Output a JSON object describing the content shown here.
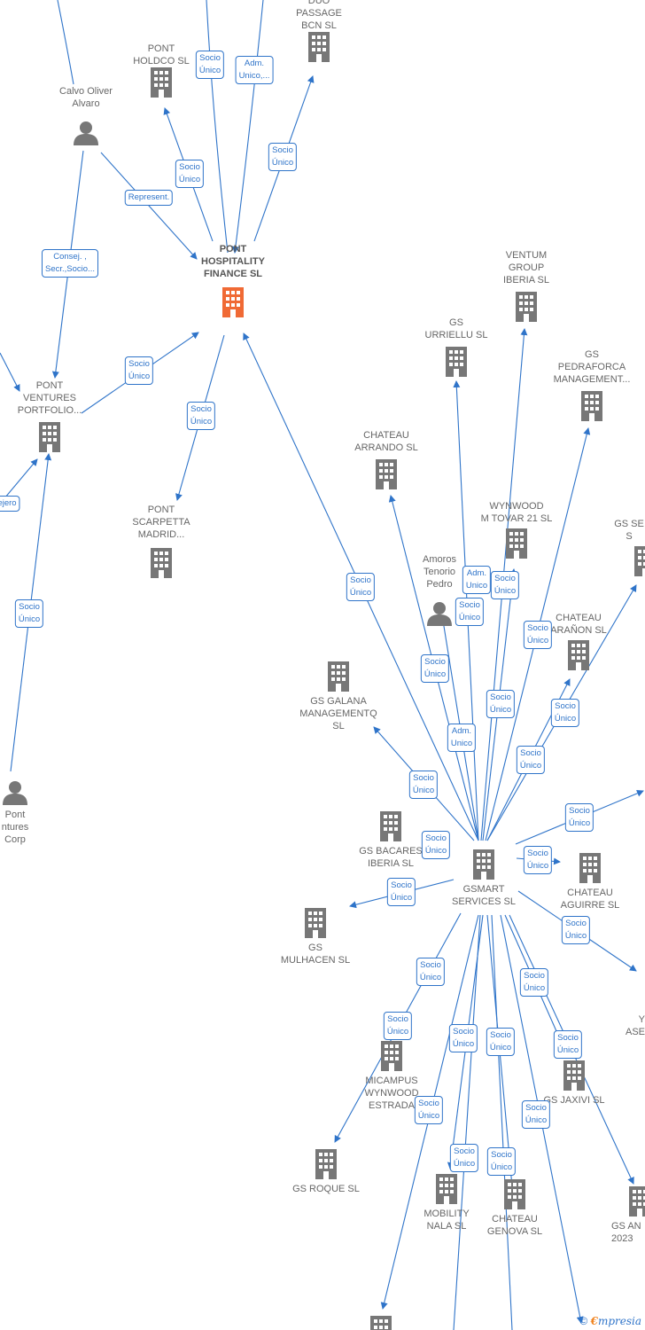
{
  "colors": {
    "edge": "#2f74c9",
    "node_icon": "#777777",
    "main_icon": "#f06a35",
    "label": "#666666"
  },
  "nodes": [
    {
      "id": "duo",
      "label": "DUO\nPASSAGE\nBCN  SL",
      "type": "company"
    },
    {
      "id": "holdco",
      "label": "PONT\nHOLDCO  SL",
      "type": "company"
    },
    {
      "id": "calvo",
      "label": "Calvo Oliver\nAlvaro",
      "type": "person"
    },
    {
      "id": "phf",
      "label": "PONT\nHOSPITALITY\nFINANCE  SL",
      "type": "main"
    },
    {
      "id": "pvp",
      "label": "PONT\nVENTURES\nPORTFOLIO...",
      "type": "company"
    },
    {
      "id": "scarpetta",
      "label": "PONT\nSCARPETTA\nMADRID...",
      "type": "company"
    },
    {
      "id": "pvc",
      "label": "Pont\nntures\nCorp",
      "type": "person"
    },
    {
      "id": "ventum",
      "label": "VENTUM\nGROUP\nIBERIA  SL",
      "type": "company"
    },
    {
      "id": "urriellu",
      "label": "GS\nURRIELLU  SL",
      "type": "company"
    },
    {
      "id": "pedraforca",
      "label": "GS\nPEDRAFORCA\nMANAGEMENT...",
      "type": "company"
    },
    {
      "id": "arrando",
      "label": "CHATEAU\nARRANDO  SL",
      "type": "company"
    },
    {
      "id": "wynwood",
      "label": "WYNWOOD\nM TOVAR 21  SL",
      "type": "company"
    },
    {
      "id": "gsse",
      "label": "GS SE\nS",
      "type": "company"
    },
    {
      "id": "amoros",
      "label": "Amoros\nTenorio\nPedro",
      "type": "person"
    },
    {
      "id": "chateau_arano",
      "label": "CHATEAU\nARAÑON  SL",
      "type": "company"
    },
    {
      "id": "galana",
      "label": "GS GALANA\nMANAGEMENTQ\nSL",
      "type": "company"
    },
    {
      "id": "bacares",
      "label": "GS BACARES\nIBERIA  SL",
      "type": "company"
    },
    {
      "id": "gsmart",
      "label": "GSMART\nSERVICES  SL",
      "type": "company"
    },
    {
      "id": "aguirre",
      "label": "CHATEAU\nAGUIRRE  SL",
      "type": "company"
    },
    {
      "id": "mulhacen",
      "label": "GS\nMULHACEN  SL",
      "type": "company"
    },
    {
      "id": "yase",
      "label": "Y\nASE",
      "type": "company"
    },
    {
      "id": "micampus",
      "label": "MICAMPUS\nWYNWOOD\nESTRADA",
      "type": "company"
    },
    {
      "id": "jaxivi",
      "label": "GS JAXIVI  SL",
      "type": "company"
    },
    {
      "id": "roque",
      "label": "GS ROQUE  SL",
      "type": "company"
    },
    {
      "id": "mobility",
      "label": "MOBILITY\nNALA  SL",
      "type": "company"
    },
    {
      "id": "genova",
      "label": "CHATEAU\nGENOVA  SL",
      "type": "company"
    },
    {
      "id": "gsan",
      "label": "GS AN\n2023",
      "type": "company"
    },
    {
      "id": "bottom1",
      "label": "",
      "type": "company"
    }
  ],
  "edge_labels": [
    "Socio\nÚnico",
    "Adm.\nUnico,...",
    "Socio\nÚnico",
    "Socio\nÚnico",
    "Represent.",
    "Consej. ,\nSecr.,Socio...",
    "Socio\nÚnico",
    "Socio\nÚnico",
    "ejero",
    "Socio\nÚnico",
    "Socio\nÚnico",
    "Adm.\nUnico",
    "Socio\nÚnico",
    "Socio\nÚnico",
    "Socio\nÚnico",
    "Socio\nÚnico",
    "Socio\nÚnico",
    "Socio\nÚnico",
    "Adm.\nUnico",
    "Socio\nÚnico",
    "Socio\nÚnico",
    "Socio\nÚnico",
    "Socio\nÚnico",
    "Socio\nÚnico",
    "Socio\nÚnico",
    "Socio\nÚnico",
    "Socio\nÚnico",
    "Socio\nÚnico",
    "Socio\nÚnico",
    "Socio\nÚnico",
    "Socio\nÚnico",
    "Socio\nÚnico",
    "Socio\nÚnico",
    "Socio\nÚnico",
    "Socio\nÚnico",
    "Socio\nÚnico"
  ],
  "footer": {
    "copyright": "©",
    "brand_e": "€",
    "brand_rest": "mpresia"
  }
}
